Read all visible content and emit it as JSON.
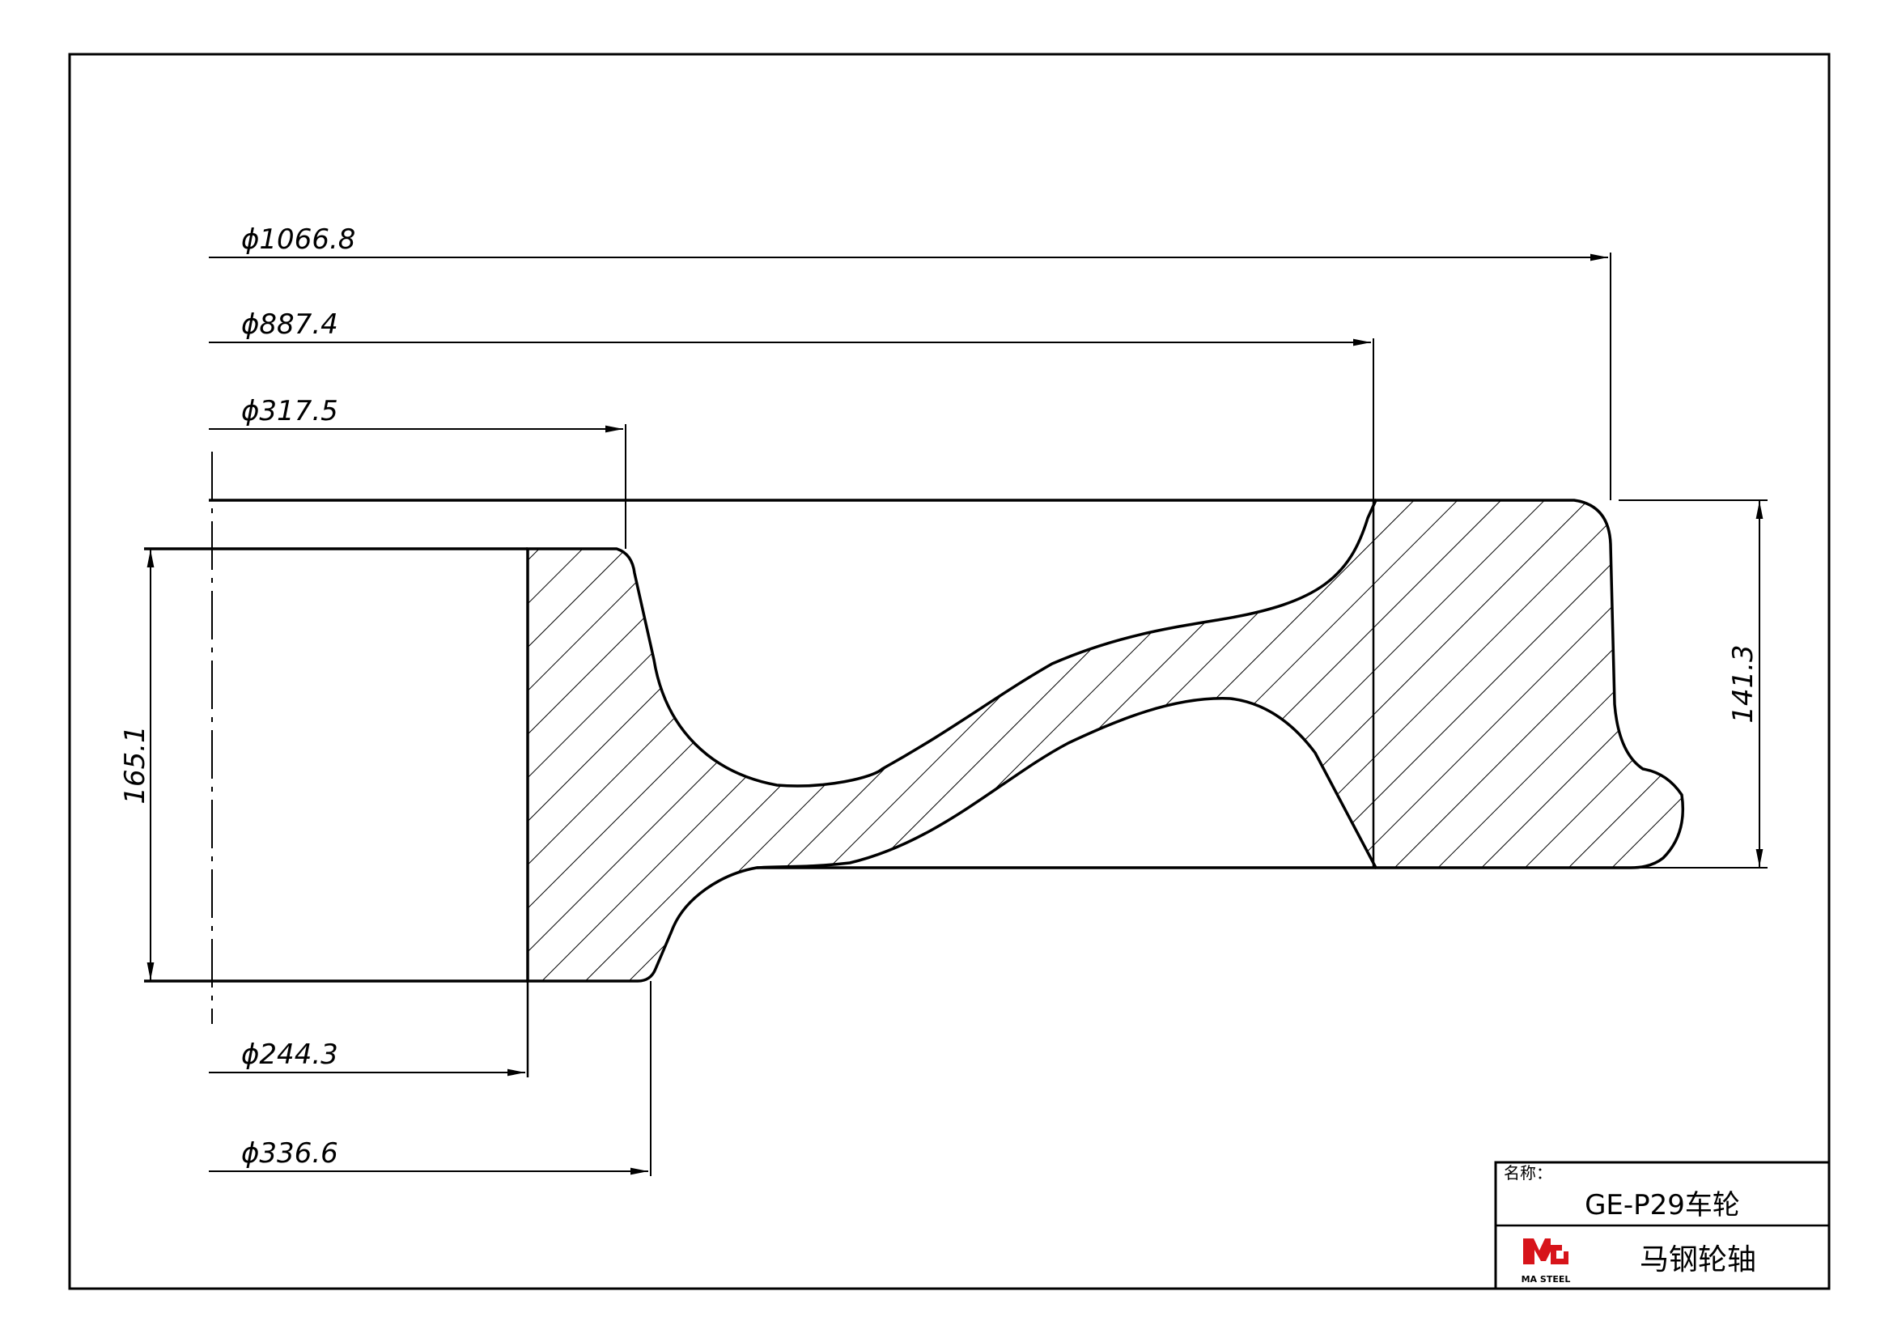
{
  "dimensions": {
    "d_outer": "ϕ1066.8",
    "d_tread": "ϕ887.4",
    "d_hub_outer": "ϕ317.5",
    "d_bore": "ϕ244.3",
    "d_hub_inner": "ϕ336.6",
    "hub_length": "165.1",
    "rim_width": "141.3"
  },
  "title_block": {
    "name_label": "名称：",
    "name_value": "GE-P29车轮",
    "company": "马钢轮轴",
    "logo_text": "MA STEEL"
  },
  "colors": {
    "line": "#000000",
    "logo": "#d7141a"
  }
}
